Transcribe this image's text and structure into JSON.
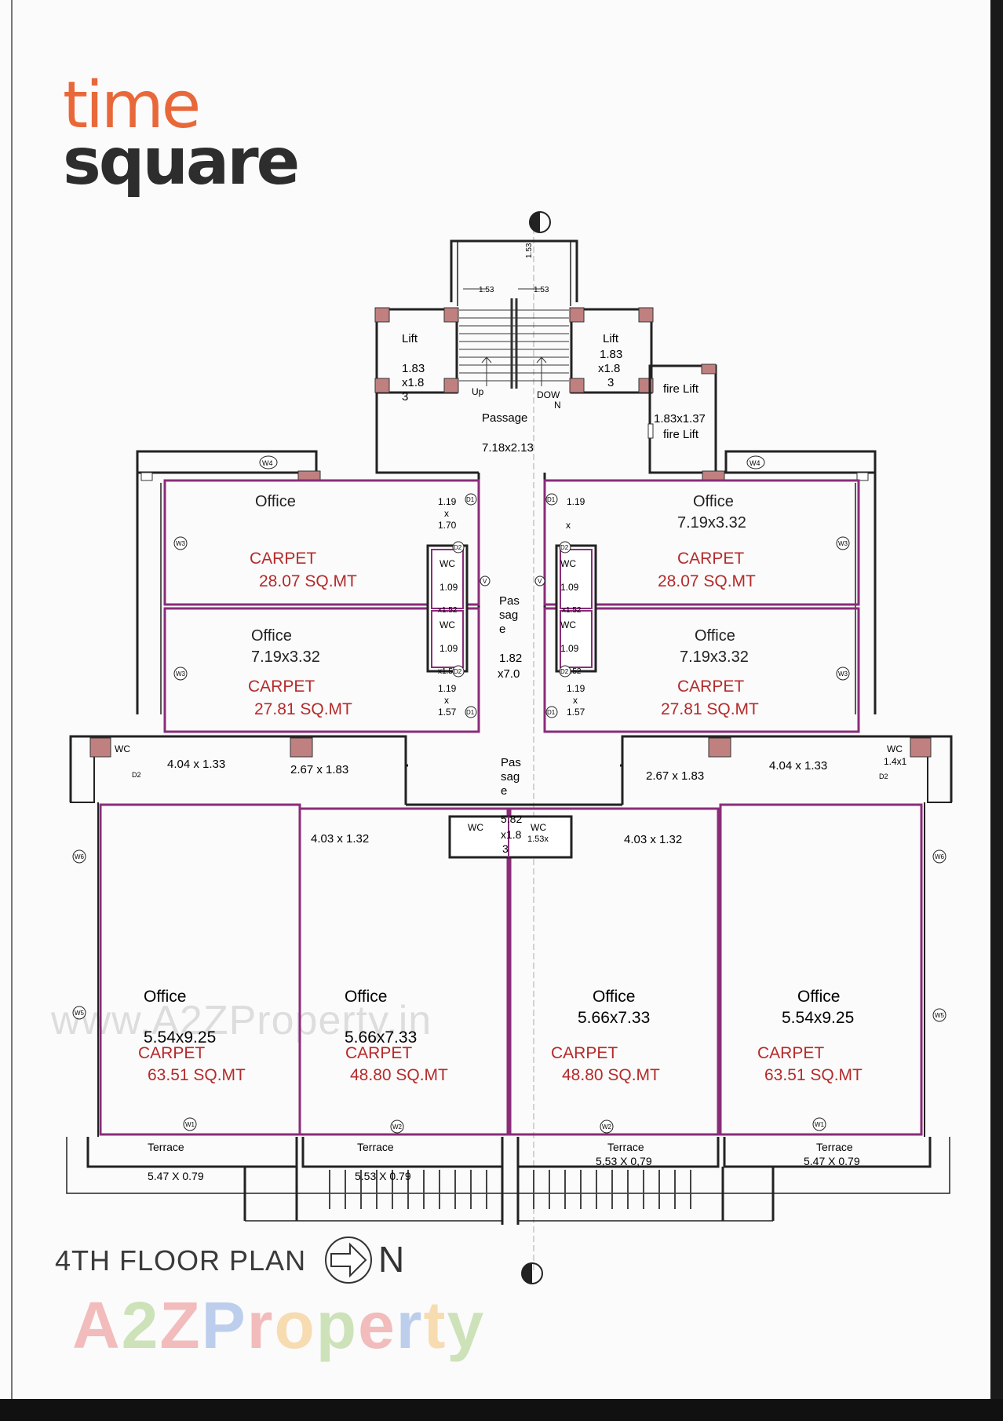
{
  "brand": {
    "line1": "time",
    "line2": "square"
  },
  "title": "4TH FLOOR PLAN",
  "north": "N",
  "watermark_url": "www.A2ZProperty.in",
  "watermark_logo": [
    "A",
    "2",
    "Z",
    " P",
    "r",
    "o",
    "p",
    "e",
    "r",
    "t",
    "y"
  ],
  "watermark_colors": [
    "#e34a4a",
    "#7ab540",
    "#e34a4a",
    "#4a7bd1",
    "#e34a4a",
    "#f2a32b",
    "#7ab540",
    "#e34a4a",
    "#4a7bd1",
    "#f2a32b",
    "#7ab540"
  ],
  "colors": {
    "carpet": "#b52a2a",
    "wall": "#222222",
    "partition": "#8a2c7a",
    "pier": "#b06060"
  },
  "core": {
    "lift_left": [
      "Lift",
      "1.83",
      "x1.8",
      "3"
    ],
    "lift_right": [
      "Lift",
      "1.83",
      "x1.8",
      "3"
    ],
    "fire_lift": [
      "fire Lift",
      "1.83x1.37",
      "fire Lift"
    ],
    "stair_top": "1.53",
    "stair_w1": "1.53",
    "stair_w2": "1.53",
    "up": "Up",
    "down": [
      "DOW",
      "N"
    ],
    "passage": [
      "Passage",
      "7.18x2.13"
    ],
    "w4_left": "W4",
    "w4_right": "W4"
  },
  "central_passage": [
    "Pas",
    "sag",
    "e",
    "1.82",
    "x7.0"
  ],
  "lower_passage": [
    "Pas",
    "sag",
    "e"
  ],
  "offices_upper": [
    {
      "name": "Office",
      "size": "",
      "carpet": "CARPET",
      "area": "28.07 SQ.MT",
      "w": "W3"
    },
    {
      "name": "Office",
      "size": "7.19x3.32",
      "carpet": "CARPET",
      "area": "28.07 SQ.MT",
      "w": "W3"
    },
    {
      "name": "Office",
      "size": "7.19x3.32",
      "carpet": "CARPET",
      "area": "27.81 SQ.MT",
      "w": "W3"
    },
    {
      "name": "Office",
      "size": "7.19x3.32",
      "carpet": "CARPET",
      "area": "27.81 SQ.MT",
      "w": "W3"
    }
  ],
  "wc_upper": {
    "left_top_dim": [
      "1.19",
      "x",
      "1.70"
    ],
    "right_top_dim": [
      "1.19",
      "x"
    ],
    "wc": "WC",
    "dim_109": "1.09",
    "dim_x152": "x1.52",
    "left_bottom_dim": [
      "1.19",
      "x",
      "1.57"
    ],
    "right_bottom_dim": [
      "1.19",
      "x",
      "1.57"
    ],
    "d1": "D1",
    "d2": "D2",
    "v": "V"
  },
  "lobbies": {
    "left_wc": "WC",
    "left_d2": "D2",
    "left_dim": "4.04 x 1.33",
    "left_mid_dim": "2.67 x 1.83",
    "right_mid_dim": "2.67 x 1.83",
    "right_dim": "4.04 x 1.33",
    "right_wc": [
      "WC",
      "1.4x1"
    ],
    "right_d2": "D2",
    "inner_left_dim": "4.03 x 1.32",
    "inner_right_dim": "4.03 x 1.32",
    "wc_mid_left": "WC",
    "wc_mid_dim": [
      "5.82",
      "x1.8",
      "3"
    ],
    "wc_mid_right": [
      "WC",
      "1.53x"
    ]
  },
  "offices_lower": [
    {
      "name": "Office",
      "size": "5.54x9.25",
      "carpet": "CARPET",
      "area": "63.51 SQ.MT",
      "w": "W1"
    },
    {
      "name": "Office",
      "size": "5.66x7.33",
      "carpet": "CARPET",
      "area": "48.80 SQ.MT",
      "w": "W2"
    },
    {
      "name": "Office",
      "size": "5.66x7.33",
      "carpet": "CARPET",
      "area": "48.80 SQ.MT",
      "w": "W2"
    },
    {
      "name": "Office",
      "size": "5.54x9.25",
      "carpet": "CARPET",
      "area": "63.51 SQ.MT",
      "w": "W1"
    }
  ],
  "terraces": [
    {
      "label": "Terrace",
      "dim": "5.47 X 0.79"
    },
    {
      "label": "Terrace",
      "dim": "5.53 X 0.79"
    },
    {
      "label": "Terrace",
      "dim": "5,53 X 0,79"
    },
    {
      "label": "Terrace",
      "dim": "5.47 X 0.79"
    }
  ],
  "side_windows": {
    "w6": "W6",
    "w5": "W5"
  }
}
